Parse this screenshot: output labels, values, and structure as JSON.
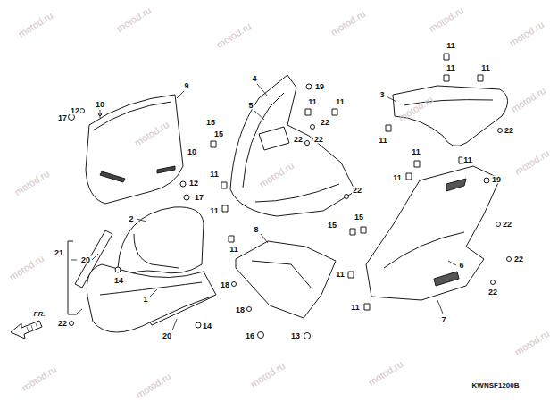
{
  "diagram": {
    "labels": [
      "10",
      "9",
      "12",
      "17",
      "10",
      "12",
      "17",
      "2",
      "21",
      "20",
      "14",
      "22",
      "1",
      "20",
      "14",
      "4",
      "5",
      "19",
      "11",
      "11",
      "15",
      "15",
      "11",
      "11",
      "22",
      "22",
      "22",
      "22",
      "3",
      "11",
      "11",
      "11",
      "11",
      "11",
      "11",
      "22",
      "19",
      "11",
      "22",
      "15",
      "15",
      "8",
      "11",
      "18",
      "11",
      "11",
      "18",
      "16",
      "13",
      "7",
      "6",
      "22",
      "22",
      "FR.",
      "KWNSF1200B",
      "motod.ru",
      "motod.ru",
      "motod.ru",
      "motod.ru",
      "motod.ru",
      "motod.ru",
      "motod.ru",
      "motod.ru",
      "motod.ru",
      "motod.ru",
      "motod.ru",
      "motod.ru",
      "motod.ru",
      "motod.ru",
      "motod.ru",
      "motod.ru",
      "motod.ru",
      "motod.ru"
    ]
  }
}
